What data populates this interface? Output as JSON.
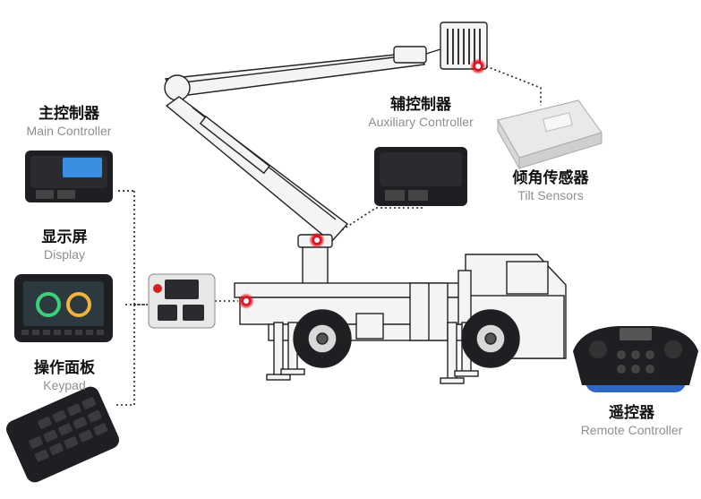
{
  "labels": {
    "main_controller": {
      "cn": "主控制器",
      "en": "Main Controller"
    },
    "display": {
      "cn": "显示屏",
      "en": "Display"
    },
    "keypad": {
      "cn": "操作面板",
      "en": "Keypad"
    },
    "auxiliary_controller": {
      "cn": "辅控制器",
      "en": "Auxiliary Controller"
    },
    "tilt_sensors": {
      "cn": "倾角传感器",
      "en": "Tilt Sensors"
    },
    "remote_controller": {
      "cn": "遥控器",
      "en": "Remote Controller"
    }
  },
  "colors": {
    "sensor_marker": "#e0141e",
    "device_dark": "#1e1f22",
    "screen_accent": "#3b8fe0",
    "remote_blue": "#2f67c8",
    "connector_line": "#222222"
  }
}
